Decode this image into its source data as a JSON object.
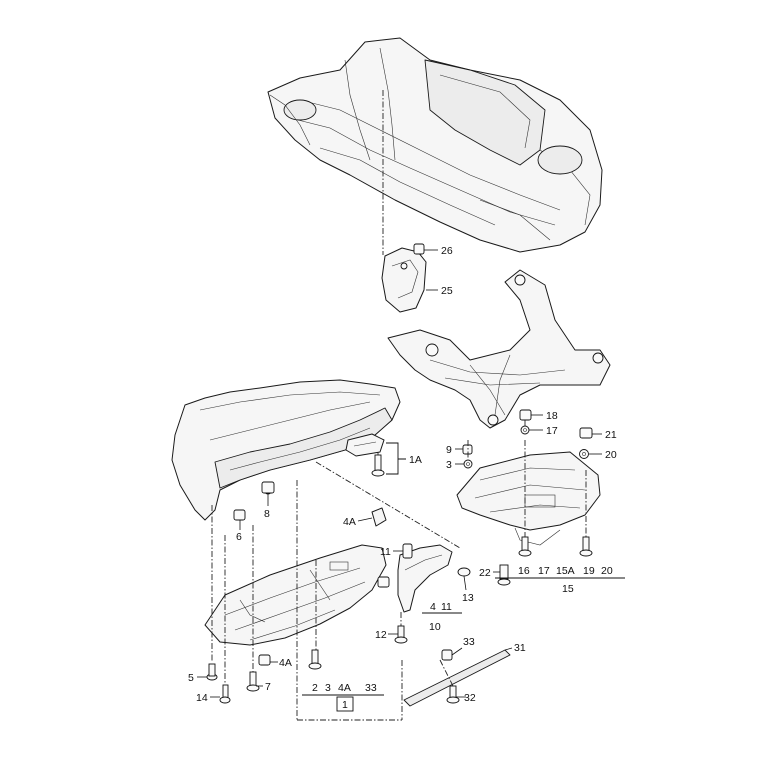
{
  "callouts": {
    "c26": "26",
    "c25": "25",
    "c18": "18",
    "c17": "17",
    "c21": "21",
    "c20": "20",
    "c9": "9",
    "c3_right": "3",
    "c1A": "1A",
    "c8": "8",
    "c6": "6",
    "c4A_top": "4A",
    "c11_side": "11",
    "c22": "22",
    "c13": "13",
    "c4_group": "4",
    "c11_group": "11",
    "c10": "10",
    "c12": "12",
    "c33_side": "33",
    "c31": "31",
    "c5": "5",
    "c4A_left": "4A",
    "c7": "7",
    "c14": "14",
    "c2": "2",
    "c3_group": "3",
    "c4A_group": "4A",
    "c33_group": "33",
    "c1": "1",
    "c32": "32",
    "c16": "16",
    "c17_group": "17",
    "c15A": "15A",
    "c19": "19",
    "c20_group": "20",
    "c15": "15"
  }
}
